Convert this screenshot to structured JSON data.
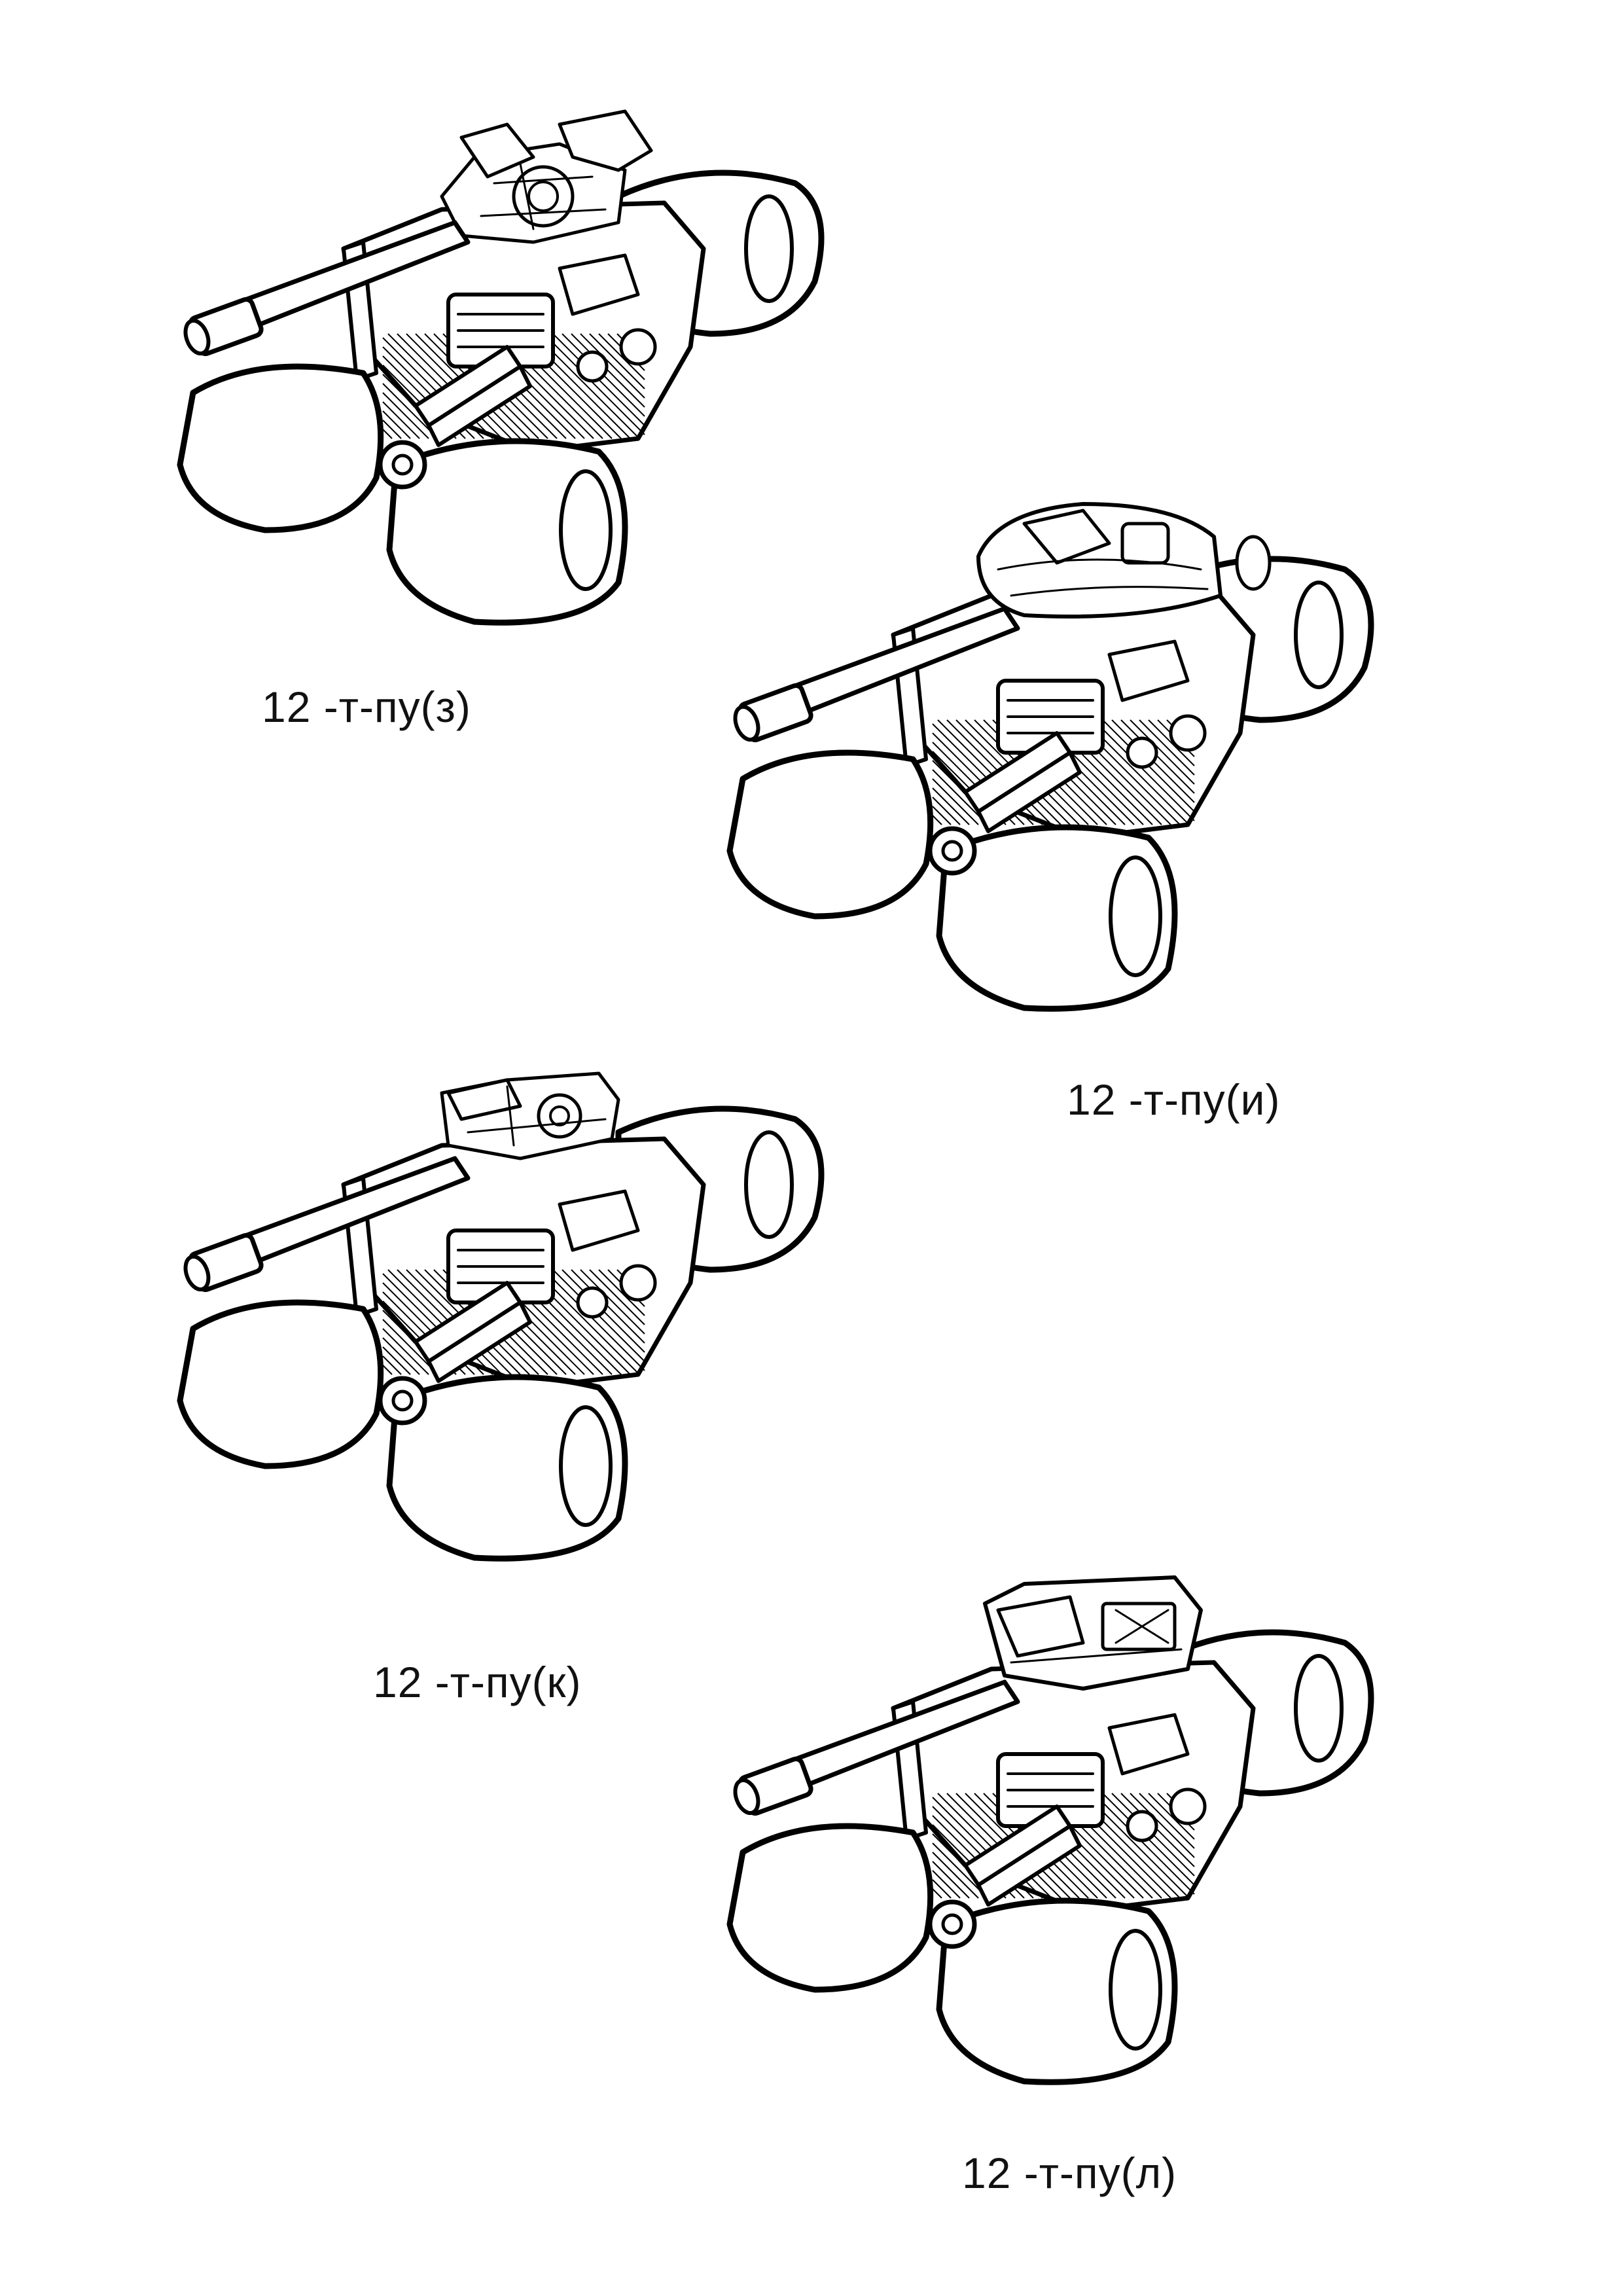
{
  "captions": [
    "12 -т-пу(з)",
    "12 -т-пу(и)",
    "12 -т-пу(к)",
    "12 -т-пу(л)"
  ],
  "colors": {
    "ink": "#000000",
    "paper": "#ffffff",
    "text": "#111111"
  },
  "drawings": [
    {
      "turret": "tall-sensor"
    },
    {
      "turret": "domed"
    },
    {
      "turret": "box-sight"
    },
    {
      "turret": "heavy-box"
    }
  ]
}
